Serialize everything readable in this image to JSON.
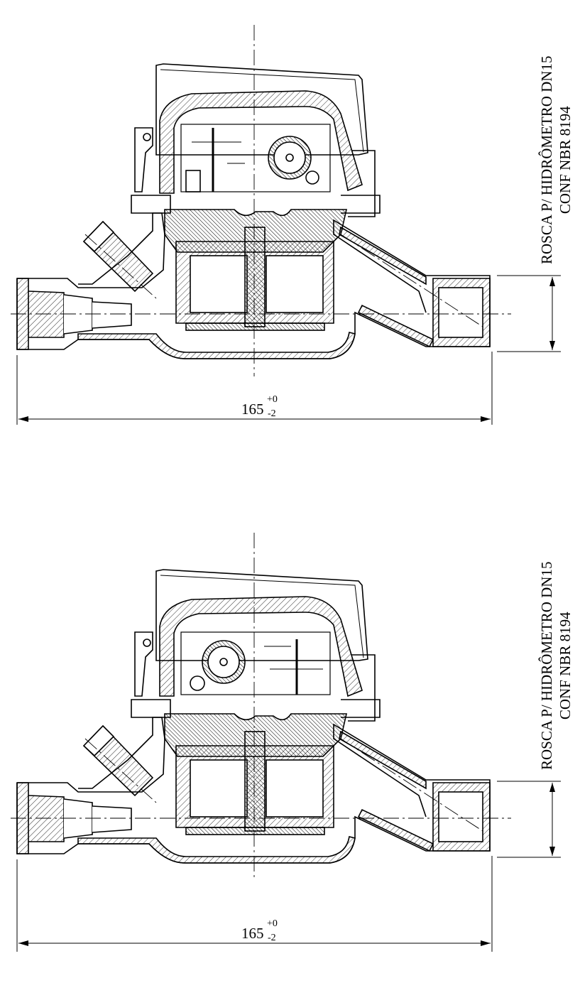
{
  "views": [
    {
      "name": "upper",
      "dimension": {
        "value": "165",
        "tol_upper": "+0",
        "tol_lower": "-2"
      },
      "label_lines": [
        "ROSCA P/ HIDRÔMETRO DN15",
        "CONF NBR 8194"
      ]
    },
    {
      "name": "lower",
      "dimension": {
        "value": "165",
        "tol_upper": "+0",
        "tol_lower": "-2"
      },
      "label_lines": [
        "ROSCA P/ HIDRÔMETRO DN15",
        "CONF NBR 8194"
      ]
    }
  ]
}
